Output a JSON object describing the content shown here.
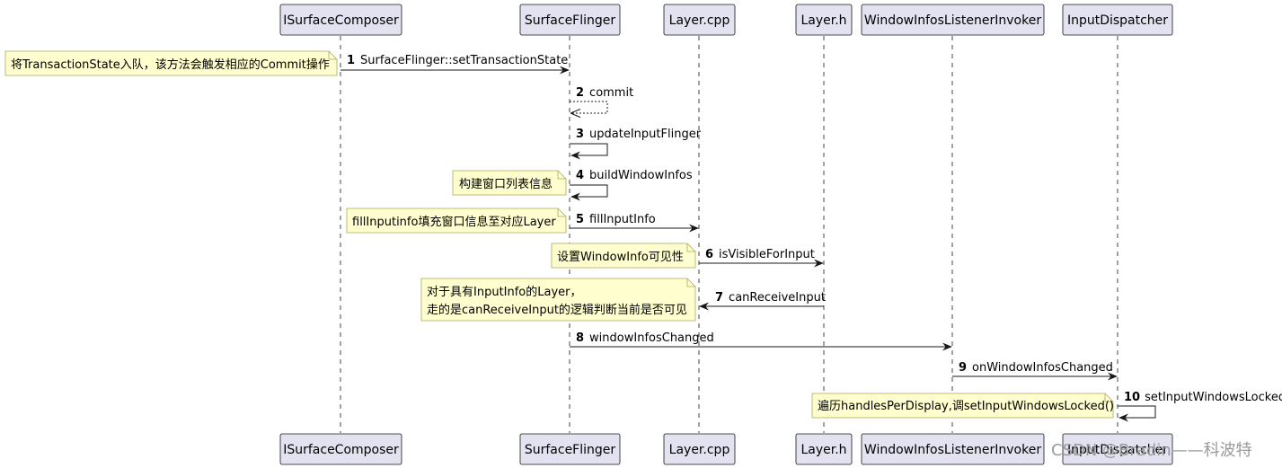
{
  "participants": [
    "ISurfaceComposer",
    "SurfaceFlinger",
    "Layer.cpp",
    "Layer.h",
    "WindowInfosListenerInvoker",
    "InputDispatcher"
  ],
  "messages": [
    {
      "num": "1",
      "label": "SurfaceFlinger::setTransactionState"
    },
    {
      "num": "2",
      "label": "commit"
    },
    {
      "num": "3",
      "label": "updateInputFlinger"
    },
    {
      "num": "4",
      "label": "buildWindowInfos"
    },
    {
      "num": "5",
      "label": "fillInputInfo"
    },
    {
      "num": "6",
      "label": "isVisibleForInput"
    },
    {
      "num": "7",
      "label": "canReceiveInput"
    },
    {
      "num": "8",
      "label": "windowInfosChanged"
    },
    {
      "num": "9",
      "label": "onWindowInfosChanged"
    },
    {
      "num": "10",
      "label": "setInputWindowsLocked"
    }
  ],
  "notes": [
    {
      "lines": [
        "将TransactionState入队，该方法会触发相应的Commit操作"
      ]
    },
    {
      "lines": [
        "构建窗口列表信息"
      ]
    },
    {
      "lines": [
        "fillInputinfo填充窗口信息至对应Layer"
      ]
    },
    {
      "lines": [
        "设置WindowInfo可见性"
      ]
    },
    {
      "lines": [
        "对于具有InputInfo的Layer，",
        "走的是canReceiveInput的逻辑判断当前是否可见"
      ]
    },
    {
      "lines": [
        "遍历handlesPerDisplay,调setInputWindowsLocked()"
      ]
    }
  ],
  "watermark": "CSDN @Bradin——科波特",
  "colors": {
    "participant_fill": "#e2e2f0",
    "participant_border": "#181818",
    "note_fill": "#fefece",
    "note_border": "#a8a860",
    "lifeline": "#181818"
  }
}
